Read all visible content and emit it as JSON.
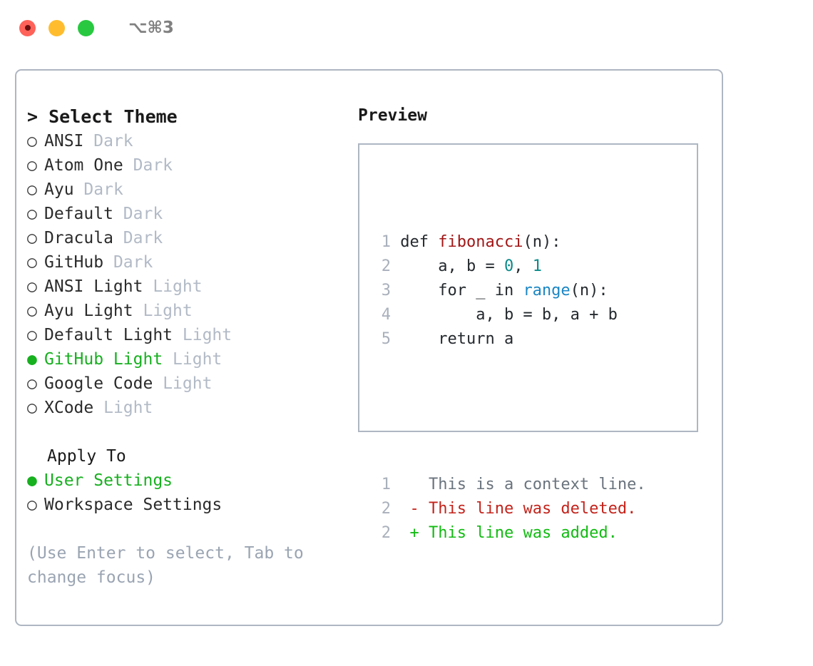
{
  "titlebar": {
    "shortcut": "⌥⌘3",
    "lights": [
      {
        "name": "close",
        "color": "#ff6259"
      },
      {
        "name": "minimize",
        "color": "#ffbd2e"
      },
      {
        "name": "maximize",
        "color": "#28c940"
      }
    ]
  },
  "theme_picker": {
    "header": "> Select Theme",
    "selected_theme": "GitHub Light",
    "selected_bullet": "●",
    "unselected_bullet": "○",
    "accent_color": "#17b01f",
    "items": [
      {
        "bullet": "○",
        "name": "ANSI",
        "variant": "Dark",
        "selected": false
      },
      {
        "bullet": "○",
        "name": "Atom One",
        "variant": "Dark",
        "selected": false
      },
      {
        "bullet": "○",
        "name": "Ayu",
        "variant": "Dark",
        "selected": false
      },
      {
        "bullet": "○",
        "name": "Default",
        "variant": "Dark",
        "selected": false
      },
      {
        "bullet": "○",
        "name": "Dracula",
        "variant": "Dark",
        "selected": false
      },
      {
        "bullet": "○",
        "name": "GitHub",
        "variant": "Dark",
        "selected": false
      },
      {
        "bullet": "○",
        "name": "ANSI Light",
        "variant": "Light",
        "selected": false
      },
      {
        "bullet": "○",
        "name": "Ayu Light",
        "variant": "Light",
        "selected": false
      },
      {
        "bullet": "○",
        "name": "Default Light",
        "variant": "Light",
        "selected": false
      },
      {
        "bullet": "●",
        "name": "GitHub Light",
        "variant": "Light",
        "selected": true
      },
      {
        "bullet": "○",
        "name": "Google Code",
        "variant": "Light",
        "selected": false
      },
      {
        "bullet": "○",
        "name": "XCode",
        "variant": "Light",
        "selected": false
      }
    ]
  },
  "apply_to": {
    "title": "Apply To",
    "selected": "User Settings",
    "items": [
      {
        "bullet": "●",
        "label": "User Settings",
        "selected": true
      },
      {
        "bullet": "○",
        "label": "Workspace Settings",
        "selected": false
      }
    ]
  },
  "hint": "(Use Enter to select, Tab to change focus)",
  "preview": {
    "title": "Preview",
    "code_lines": [
      {
        "num": "1",
        "tokens": [
          {
            "text": "def ",
            "kind": "plain"
          },
          {
            "text": "fibonacci",
            "kind": "func"
          },
          {
            "text": "(n):",
            "kind": "plain"
          }
        ]
      },
      {
        "num": "2",
        "tokens": [
          {
            "text": "    a, b = ",
            "kind": "plain"
          },
          {
            "text": "0",
            "kind": "num"
          },
          {
            "text": ", ",
            "kind": "plain"
          },
          {
            "text": "1",
            "kind": "num"
          }
        ]
      },
      {
        "num": "3",
        "tokens": [
          {
            "text": "    for _ in ",
            "kind": "plain"
          },
          {
            "text": "range",
            "kind": "builtin"
          },
          {
            "text": "(n):",
            "kind": "plain"
          }
        ]
      },
      {
        "num": "4",
        "tokens": [
          {
            "text": "        a, b = b, a + b",
            "kind": "plain"
          }
        ]
      },
      {
        "num": "5",
        "tokens": [
          {
            "text": "    return a",
            "kind": "plain"
          }
        ]
      }
    ],
    "diff_lines": [
      {
        "num": "1",
        "marker": "  ",
        "text": "This is a context line.",
        "kind": "ctx"
      },
      {
        "num": "2",
        "marker": "- ",
        "text": "This line was deleted.",
        "kind": "del"
      },
      {
        "num": "2",
        "marker": "+ ",
        "text": "This line was added.",
        "kind": "add"
      }
    ]
  }
}
